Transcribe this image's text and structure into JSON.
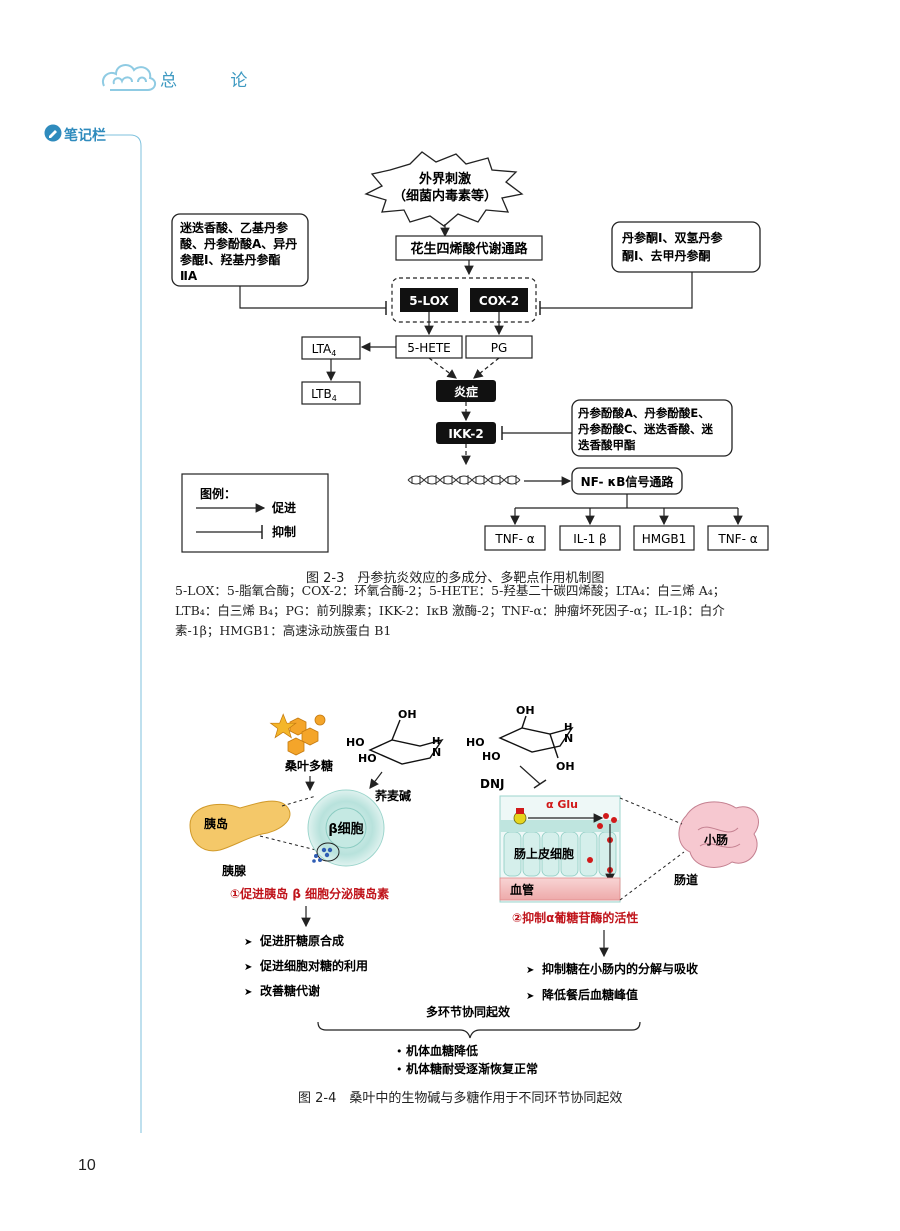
{
  "header": {
    "section_title": "总 论",
    "note_label": "笔记栏",
    "page_number": "10"
  },
  "fig23": {
    "stimulus": [
      "外界刺激",
      "（细菌内毒素等）"
    ],
    "pathway": "花生四烯酸代谢通路",
    "left_inhibitors": [
      "迷迭香酸、乙基丹参",
      "酸、丹参酚酸A、异丹",
      "参醌Ⅰ、羟基丹参酯",
      "ⅡA"
    ],
    "right_inhibitors": [
      "丹参酮Ⅰ、双氢丹参",
      "酮Ⅰ、去甲丹参酮"
    ],
    "lox": "5-LOX",
    "cox": "COX-2",
    "hete": "5-HETE",
    "pg": "PG",
    "lta4": "LTA",
    "ltb4": "LTB",
    "sub4": "4",
    "inflammation": "炎症",
    "ikk": "IKK-2",
    "ikk_inhibitors": [
      "丹参酚酸A、丹参酚酸E、",
      "丹参酚酸C、迷迭香酸、迷",
      "迭香酸甲酯"
    ],
    "nfkb": "NF- κB信号通路",
    "targets": [
      "TNF- α",
      "IL-1 β",
      "HMGB1",
      "TNF- α"
    ],
    "legend_title": "图例：",
    "legend_promote": "促进",
    "legend_inhibit": "抑制",
    "caption": "图 2-3　丹参抗炎效应的多成分、多靶点作用机制图",
    "abbreviations": "5-LOX：5-脂氧合酶；COX-2：环氧合酶-2；5-HETE：5-羟基二十碳四烯酸；LTA₄：白三烯 A₄；LTB₄：白三烯 B₄；PG：前列腺素；IKK-2：IκB 激酶-2；TNF-α：肿瘤坏死因子-α；IL-1β：白介素-1β；HMGB1：高速泳动族蛋白 B1"
  },
  "fig24": {
    "polysaccharide": "桑叶多糖",
    "alkaloid": "荞麦碱",
    "dnj": "DNJ",
    "oh": "OH",
    "ho": "HO",
    "h": "H",
    "n": "N",
    "islet": "胰岛",
    "pancreas": "胰腺",
    "beta_cell": "β细胞",
    "alpha_glu": "α Glu",
    "epithelial": "肠上皮细胞",
    "vessel": "血管",
    "small_intestine": "小肠",
    "intestine": "肠道",
    "mech1": "①促进胰岛 β 细胞分泌胰岛素",
    "mech2": "②抑制α葡糖苷酶的活性",
    "left_effects": [
      "促进肝糖原合成",
      "促进细胞对糖的利用",
      "改善糖代谢"
    ],
    "right_effects": [
      "抑制糖在小肠内的分解与吸收",
      "降低餐后血糖峰值"
    ],
    "synergy": "多环节协同起效",
    "outcomes": [
      "机体血糖降低",
      "机体糖耐受逐渐恢复正常"
    ],
    "caption": "图 2-4　桑叶中的生物碱与多糖作用于不同环节协同起效"
  }
}
